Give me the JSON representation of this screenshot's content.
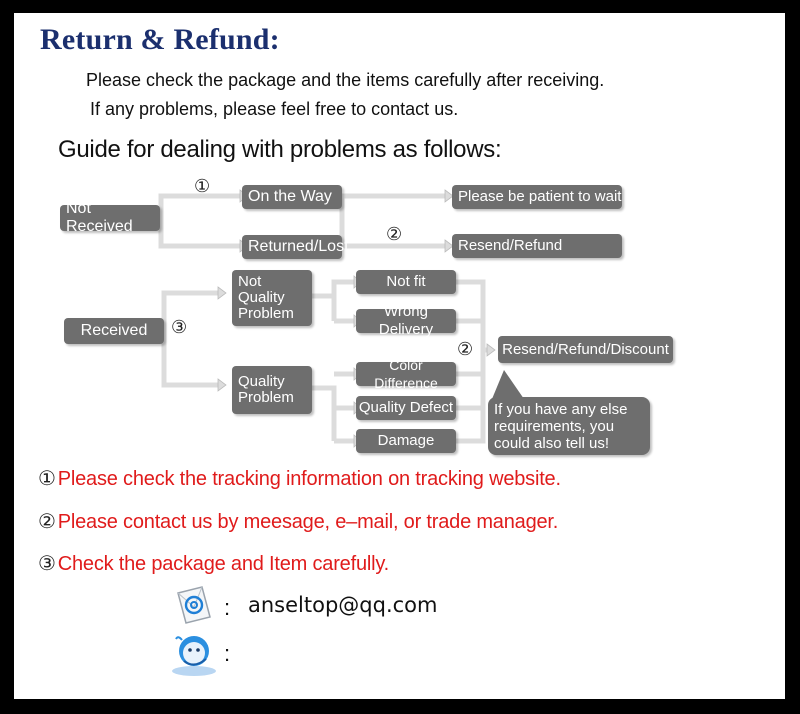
{
  "title": "Return & Refund:",
  "intro": {
    "line1": "Please check the package and the items carefully after receiving.",
    "line2": "If any problems, please feel free to contact us."
  },
  "guide_heading": "Guide for dealing with problems as follows:",
  "flow": {
    "not_received": "Not Received",
    "on_the_way": "On the Way",
    "returned_lost": "Returned/Lost",
    "be_patient": "Please be patient to wait",
    "resend_refund": "Resend/Refund",
    "received": "Received",
    "not_quality_problem": "Not Quality Problem",
    "quality_problem": "Quality Problem",
    "not_fit": "Not fit",
    "wrong_delivery": "Wrong Delivery",
    "color_difference": "Color Difference",
    "quality_defect": "Quality Defect",
    "damage": "Damage",
    "resend_refund_discount": "Resend/Refund/Discount",
    "bubble": "If you have any else requirements, you could also tell us!",
    "marker1": "①",
    "marker2": "②",
    "marker3": "③"
  },
  "notes": [
    {
      "num": "①",
      "text": "Please check the tracking information on tracking website."
    },
    {
      "num": "②",
      "text": "Please contact us by meesage, e–mail, or trade manager."
    },
    {
      "num": "③",
      "text": "Check the package and Item carefully."
    }
  ],
  "contact": {
    "email_sep": ":",
    "email": "anseltop@qq.com",
    "chat_sep": ":"
  },
  "icons": {
    "email": "email-icon",
    "chat": "chat-icon"
  },
  "colors": {
    "title": "#1b2f6e",
    "box": "#6e6e6e",
    "note": "#e01b1b"
  }
}
